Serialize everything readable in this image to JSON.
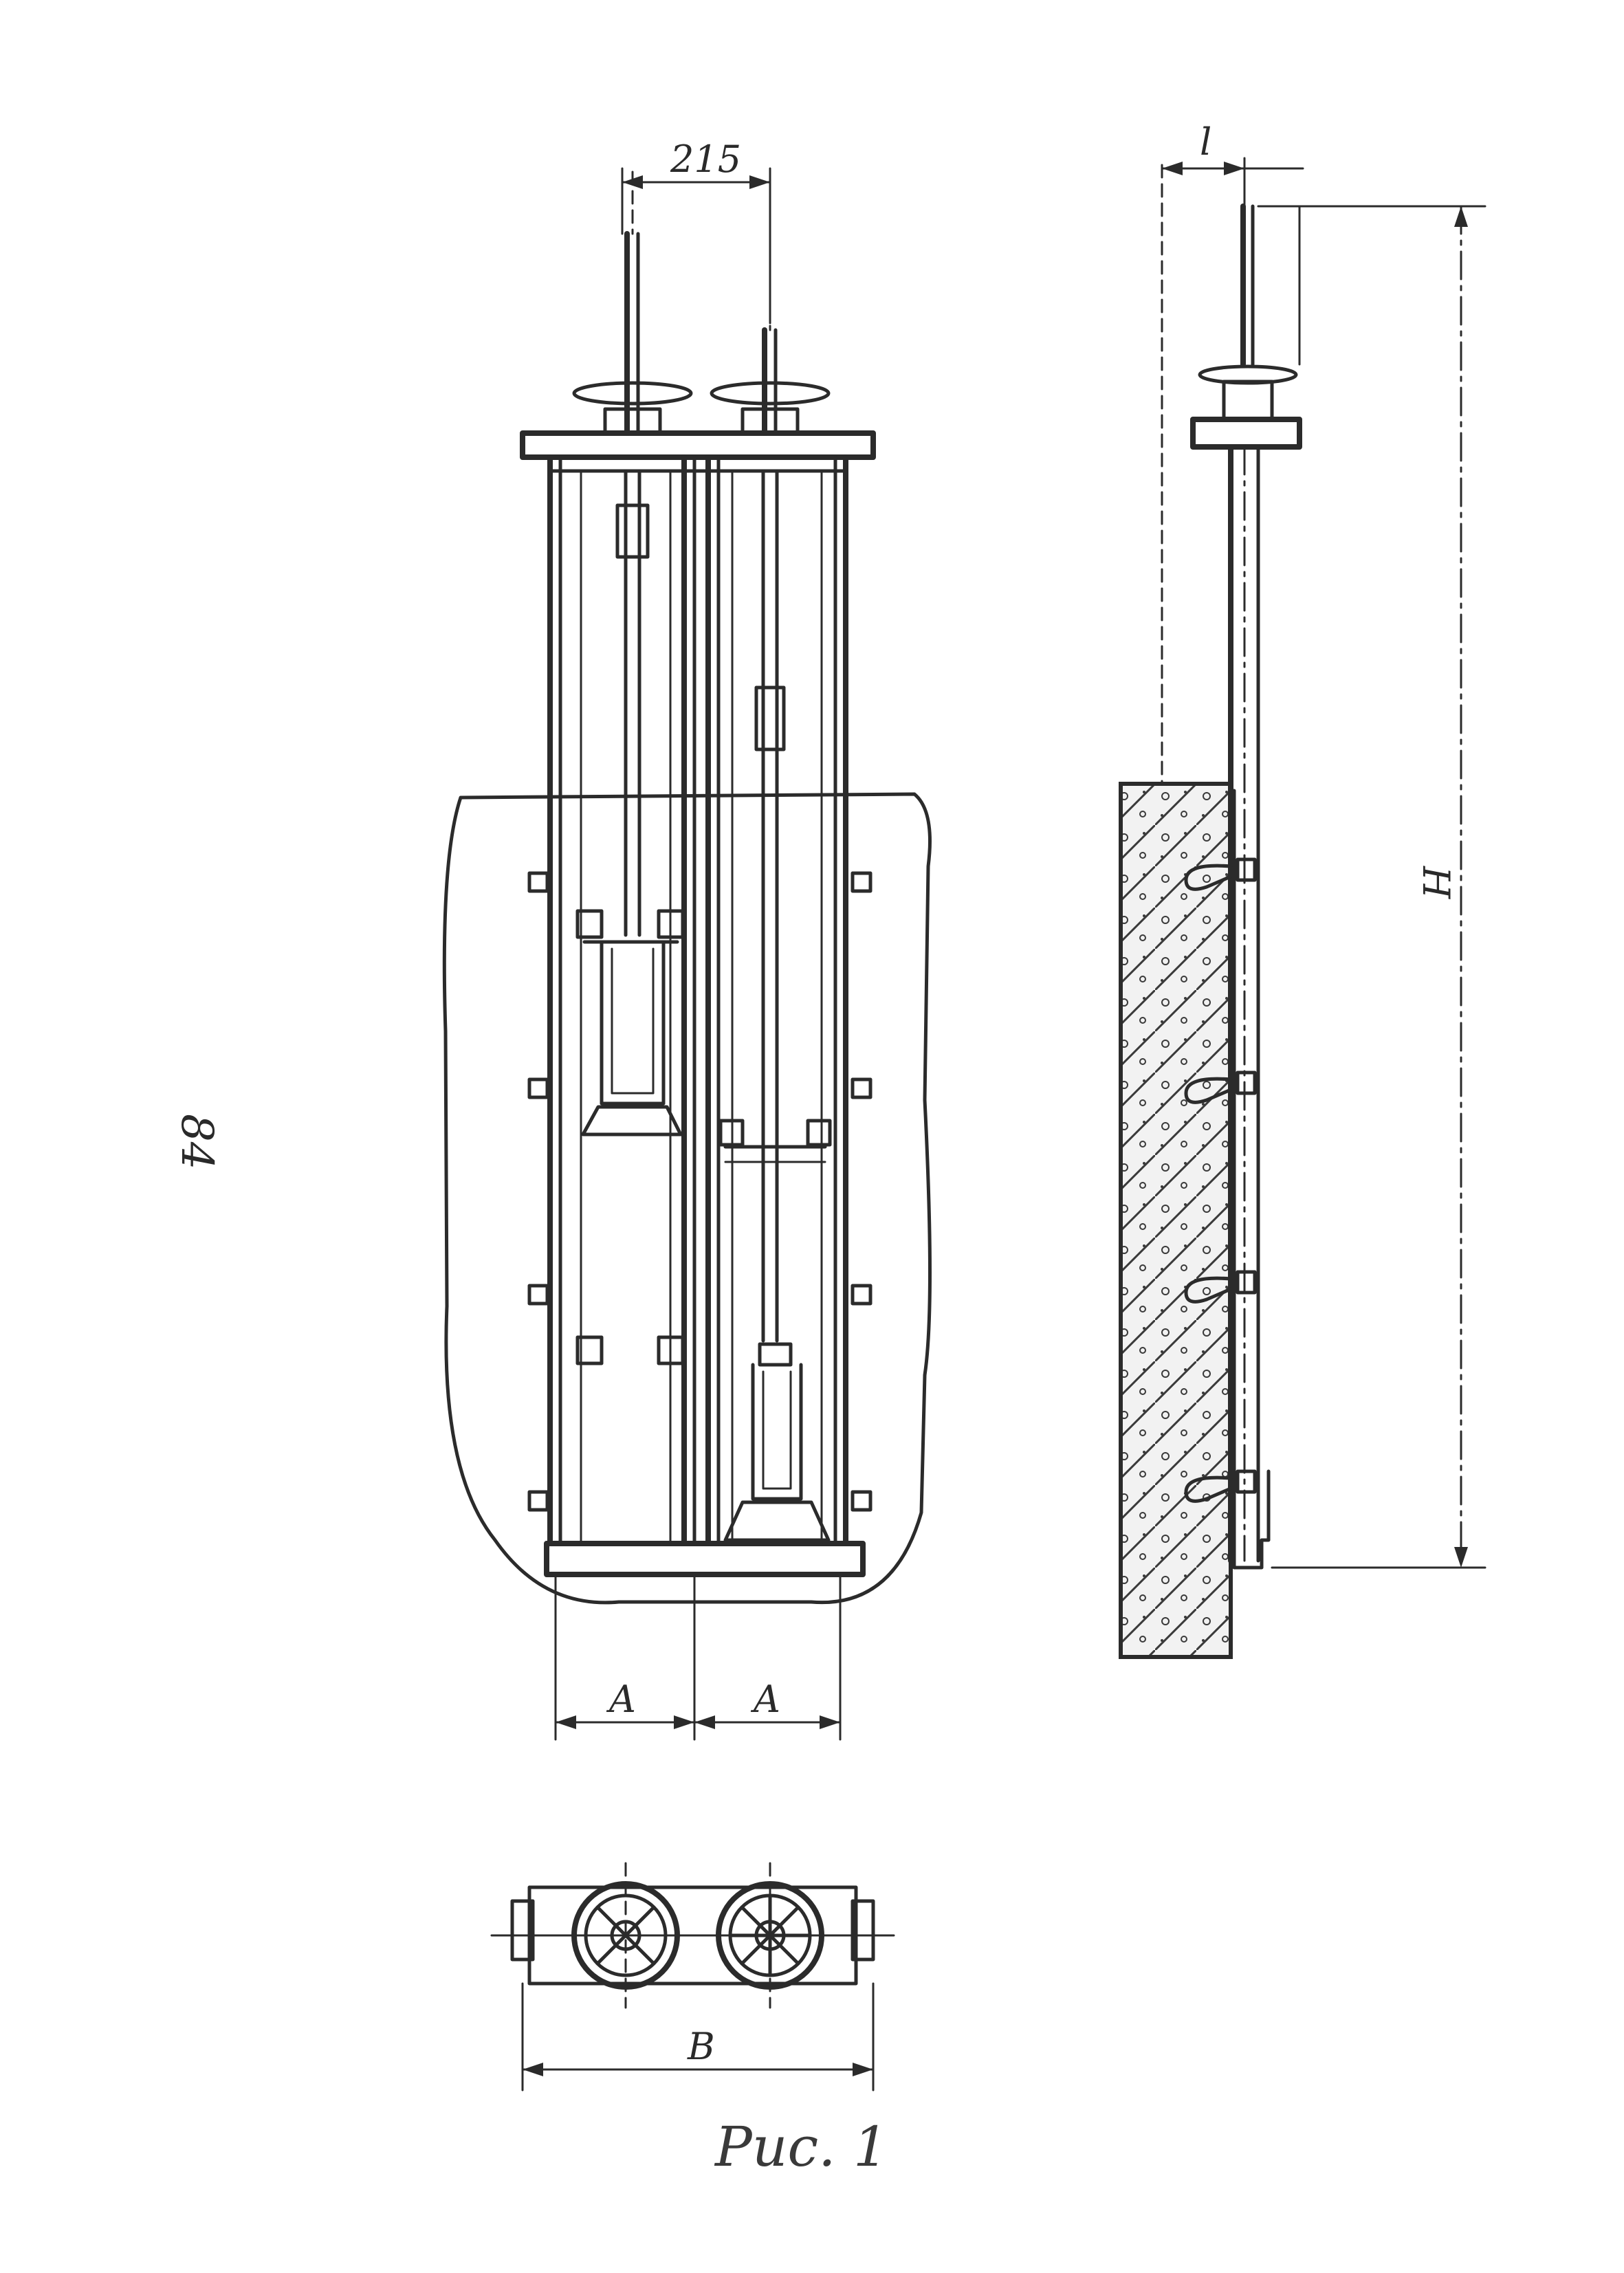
{
  "page_number": "84",
  "caption": "Рис. 1",
  "dimensions": {
    "rod_spacing": "215",
    "bay_width": "А",
    "plan_width": "В",
    "offset": "l",
    "height": "Н"
  }
}
